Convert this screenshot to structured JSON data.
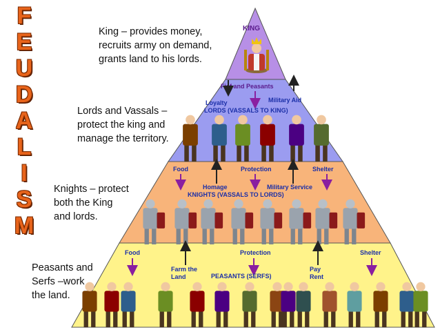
{
  "title_letters": [
    "F",
    "E",
    "U",
    "D",
    "A",
    "L",
    "I",
    "S",
    "M"
  ],
  "descriptions": {
    "king": "King – provides money,\nrecruits army on demand,\ngrants land to his lords.",
    "lords": "Lords and Vassals –\nprotect the king and\nmanage the territory.",
    "knights": "Knights – protect\nboth the King\nand  lords.",
    "peasants": "Peasants and\nSerfs –work\nthe land."
  },
  "tiers": {
    "king": {
      "label": "KING",
      "color": "#b78fe6"
    },
    "lords": {
      "label": "LORDS (VASSALS TO KING)",
      "flow_top": "Fief and Peasants",
      "left_up": "Loyalty",
      "right_up": "Military Aid",
      "color": "#9b9cf0"
    },
    "knights": {
      "label": "KNIGHTS (VASSALS TO LORDS)",
      "flow_left": "Food",
      "flow_mid": "Protection",
      "flow_right": "Shelter",
      "left_up": "Homage",
      "right_up": "Military Service",
      "color": "#f8b47a"
    },
    "peasants": {
      "label": "PEASANTS (SERFS)",
      "flow_left": "Food",
      "flow_mid": "Protection",
      "flow_right": "Shelter",
      "left_up": "Farm the\nLand",
      "right_up": "Pay\nRent",
      "color": "#fff38a"
    }
  },
  "colors": {
    "title": "#e8641b",
    "label_blue": "#1b2fa8",
    "label_purple": "#5a1a8c",
    "arrow_down": "#8a1fa0",
    "arrow_up": "#222222"
  },
  "figures": {
    "king": [
      "king-icon"
    ],
    "lords": [
      "lord-icon",
      "lord-icon",
      "lord-icon",
      "lord-icon",
      "bishop-icon",
      "lord-icon"
    ],
    "knights": [
      "knight-icon",
      "knight-icon",
      "knight-icon",
      "knight-icon",
      "knight-icon",
      "knight-icon",
      "knight-icon",
      "knight-icon"
    ],
    "peasants": [
      "peasant-icon",
      "peasant-icon",
      "peasant-icon",
      "peasant-icon",
      "peasant-icon",
      "peasant-icon",
      "peasant-icon",
      "peasant-icon",
      "peasant-icon",
      "peasant-icon",
      "peasant-icon",
      "peasant-icon",
      "peasant-icon",
      "peasant-icon",
      "peasant-icon"
    ]
  }
}
